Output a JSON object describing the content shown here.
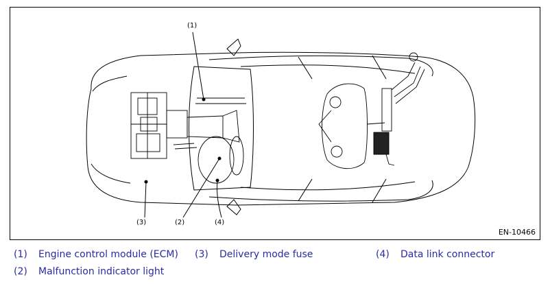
{
  "figure_id": "EN-10466",
  "callouts": [
    "(1)",
    "(2)",
    "(3)",
    "(4)"
  ],
  "legend": [
    {
      "num": "(1)",
      "label": "Engine control module (ECM)"
    },
    {
      "num": "(2)",
      "label": "Malfunction indicator light"
    },
    {
      "num": "(3)",
      "label": "Delivery mode fuse"
    },
    {
      "num": "(4)",
      "label": "Data link connector"
    }
  ],
  "colors": {
    "legend_text": "#2a2aa6",
    "line": "#000000"
  }
}
